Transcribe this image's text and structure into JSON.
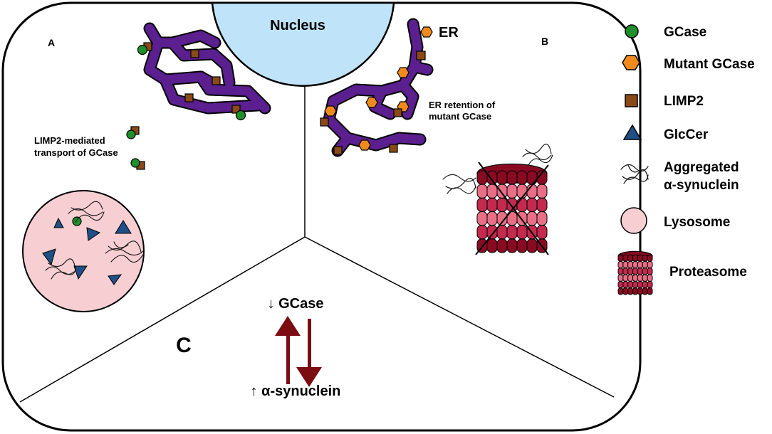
{
  "cell": {
    "nucleus_label": "Nucleus",
    "er_label": "ER",
    "panel_a_label": "A",
    "panel_b_label": "B",
    "panel_c_label": "C"
  },
  "panel_a": {
    "transport_line1": "LIMP2-mediated",
    "transport_line2": "transport of GCase"
  },
  "panel_b": {
    "retention_line1": "ER retention of",
    "retention_line2": "mutant GCase"
  },
  "panel_c": {
    "top_text": "↓ GCase",
    "bottom_text": "↑ α-synuclein"
  },
  "legend": {
    "gcase": "GCase",
    "mutant_gcase": "Mutant GCase",
    "limp2": "LIMP2",
    "glccer": "GlcCer",
    "asyn_line1": "Aggregated",
    "asyn_line2": "α-synuclein",
    "lysosome": "Lysosome",
    "proteasome": "Proteasome"
  },
  "colors": {
    "er": "#5b1f8f",
    "nucleus": "#bfe3f8",
    "gcase": "#1f8f2a",
    "mutant_gcase": "#f08a1d",
    "limp2": "#8a4a17",
    "glccer": "#1f4f86",
    "lysosome": "#f7cfd2",
    "proteasome_dark": "#8a0a22",
    "proteasome_mid": "#c4294e",
    "proteasome_light": "#e86f86",
    "arrow": "#7a0c12"
  }
}
